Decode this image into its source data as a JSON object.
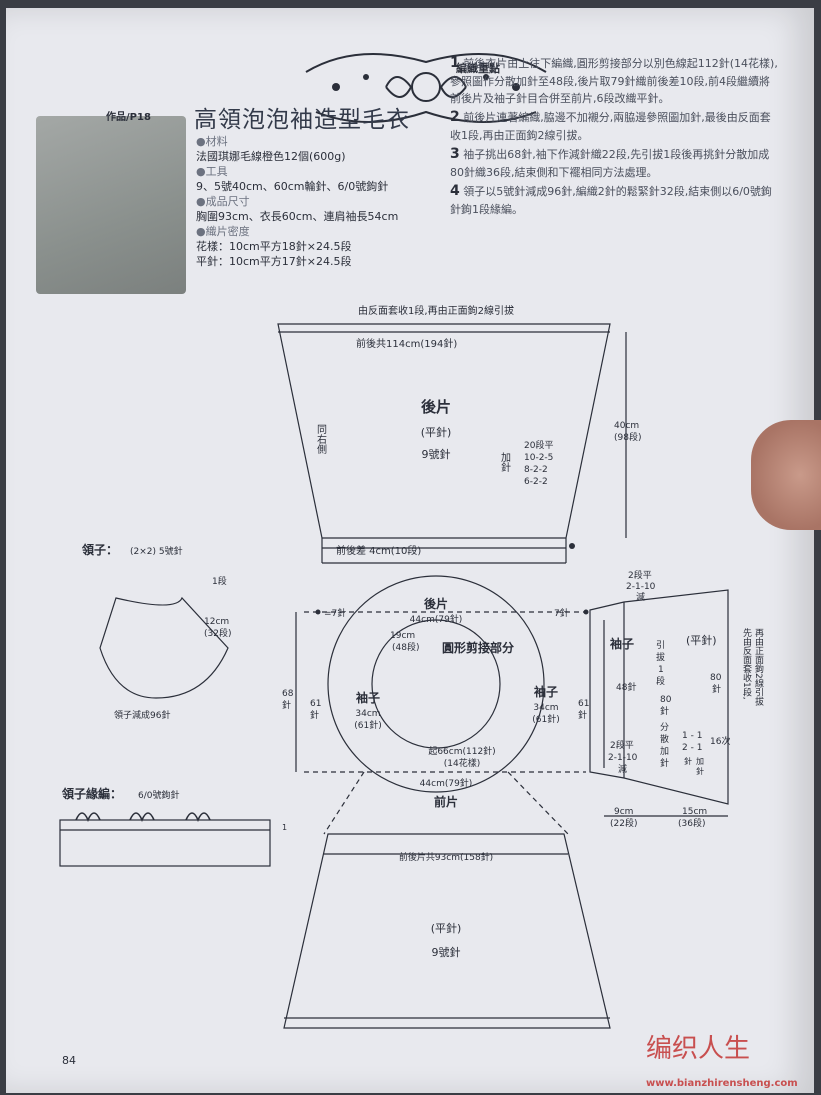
{
  "page": {
    "photo_tag": "作品/P18",
    "title": "高領泡泡袖造型毛衣",
    "section_tag": "編織重點",
    "page_number": "84",
    "watermark": "编织人生",
    "site": "www.bianzhirensheng.com"
  },
  "materials": [
    {
      "heading": "●材料",
      "value": "法國琪娜毛線橙色12個(600g)"
    },
    {
      "heading": "●工具",
      "value": "9、5號40cm、60cm輪針、6/0號鉤針"
    },
    {
      "heading": "●成品尺寸",
      "value": "胸圍93cm、衣長60cm、連肩袖長54cm"
    },
    {
      "heading": "●織片密度",
      "value": "花樣：10cm平方18針×24.5段"
    },
    {
      "heading": "",
      "value": "平針：10cm平方17針×24.5段"
    }
  ],
  "steps": [
    {
      "num": "1",
      "text": "前後衣片由上往下編織,圓形剪接部分以別色線起112針(14花樣),參照圖作分散加針至48段,後片取79針織前後差10段,前4段繼續將"
    },
    {
      "num": "",
      "text": "前後片及袖子針目合併至前片,6段改織平針。"
    },
    {
      "num": "2",
      "text": "前後片連著編織,脇邊不加襯分,兩脇邊參照圖加針,最後由反面套收1段,再由正面鉤2線引拔。"
    },
    {
      "num": "3",
      "text": "袖子挑出68針,袖下作減針織22段,先引拔1段後再挑針分散加成80針織36段,結束側和下襬相同方法處理。"
    },
    {
      "num": "4",
      "text": "領子以5號針減成96針,編織2針的鬆緊針32段,結束側以6/0號鉤針鉤1段緣編。"
    }
  ],
  "back_piece": {
    "top_note": "由反面套收1段,再由正面鉤2線引拔",
    "width_label": "前後共114cm(194針)",
    "name": "後片",
    "stitch": "(平針)",
    "needle": "9號針",
    "side_note": "同右側",
    "increase_label": "加針",
    "increase_rows": [
      "20段平",
      "10-2-5",
      "8-2-2",
      "6-2-2"
    ],
    "height_label": "40cm",
    "height_rows": "(98段)",
    "diff_label": "前後差 4cm(10段)"
  },
  "collar": {
    "title": "領子：",
    "spec": "(2×2) 5號針",
    "edge_rows": "1段",
    "height": "12cm",
    "height_rows": "(32段)",
    "decrease": "領子減成96針",
    "edging_title": "領子緣編：",
    "edging_hook": "6/0號鉤針",
    "edging_row": "1"
  },
  "yoke": {
    "back_label": "後片",
    "back_size": "44cm(79針)",
    "name": "圓形剪接部分",
    "diag": "19cm",
    "diag_rows": "(48段)",
    "sleeve_l": "袖子",
    "sleeve_l_size": "34cm",
    "sleeve_l_st": "(61針)",
    "sleeve_r": "袖子",
    "sleeve_r_size": "34cm",
    "sleeve_r_st": "(61針)",
    "cast_on": "起66cm(112針)",
    "cast_on_rep": "(14花樣)",
    "front_size": "44cm(79針)",
    "front_label": "前片",
    "left_marker": "=7針",
    "right_marker": "7針",
    "left_68": "68",
    "left_68_unit": "針",
    "left_61": "61",
    "left_61_unit": "針",
    "right_61": "61",
    "right_61_unit": "針"
  },
  "sleeve": {
    "top_note": [
      "2段平",
      "2-1-10",
      "減"
    ],
    "name": "袖子",
    "st_48": "48針",
    "pickup": [
      "引",
      "拔",
      "1",
      "段"
    ],
    "st_80": [
      "80",
      "針"
    ],
    "stitch": "(平針)",
    "st_80b": [
      "80",
      "針"
    ],
    "dec_note": [
      "2段平",
      "2-1-10",
      "減"
    ],
    "inc_label": [
      "分",
      "散",
      "加",
      "針"
    ],
    "inc_rows": [
      "1 - 1",
      "2 - 1"
    ],
    "inc_times": "16次",
    "inc_small": [
      "針",
      "加",
      "針"
    ],
    "right_note": [
      "再由正面鉤2線引拔",
      "先由反面套收1段,"
    ],
    "w1": "9cm",
    "w1_rows": "(22段)",
    "w2": "15cm",
    "w2_rows": "(36段)"
  },
  "skirt": {
    "width": "前後片共93cm(158針)",
    "stitch": "(平針)",
    "needle": "9號針"
  }
}
